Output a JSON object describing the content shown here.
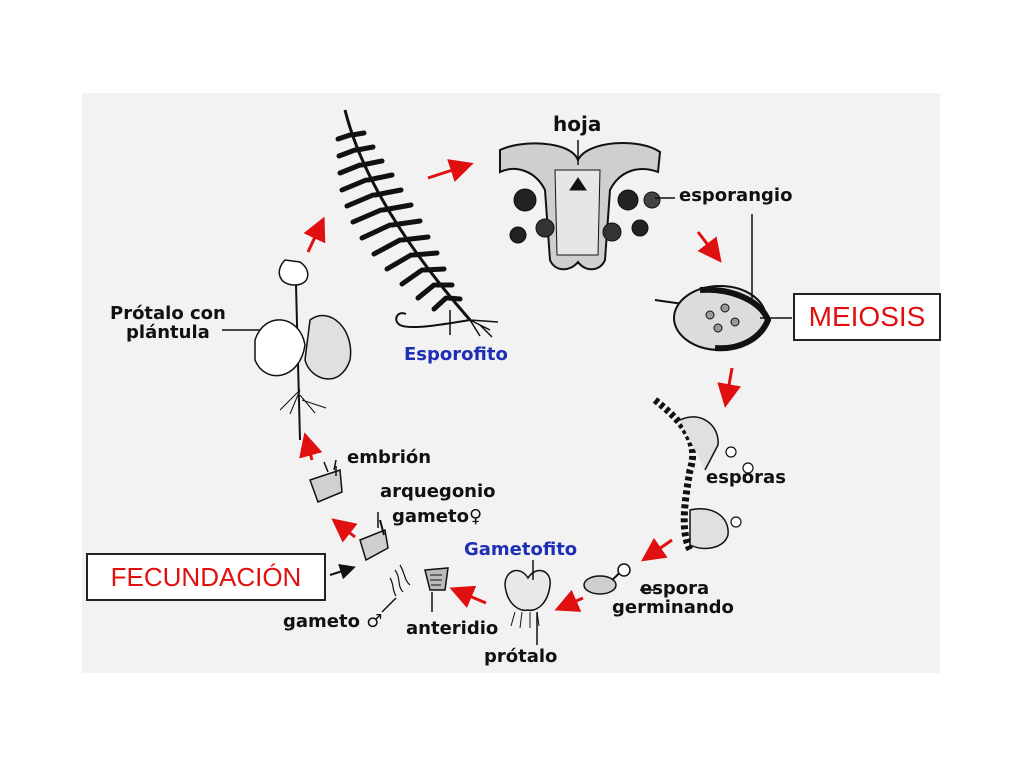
{
  "labels": {
    "hoja": "hoja",
    "esporangio": "esporangio",
    "meiosis": "MEIOSIS",
    "esporas": "esporas",
    "espora_germinando_1": "espora",
    "espora_germinando_2": "germinando",
    "gametofito": "Gametofito",
    "protalo": "prótalo",
    "anteridio": "anteridio",
    "gameto_m": "gameto ♂",
    "fecundacion": "FECUNDACIÓN",
    "arquegonio": "arquegonio",
    "gameto_f": "gameto♀",
    "embrion": "embrión",
    "protalo_plantula_1": "Prótalo con",
    "protalo_plantula_2": "plántula",
    "esporofito": "Esporofito"
  },
  "colors": {
    "arrow": "#e01010",
    "stage_label": "#111111",
    "generation_label": "#1f2fb5",
    "event_box_text": "#e01010",
    "panel_bg": "#f2f2f2"
  }
}
